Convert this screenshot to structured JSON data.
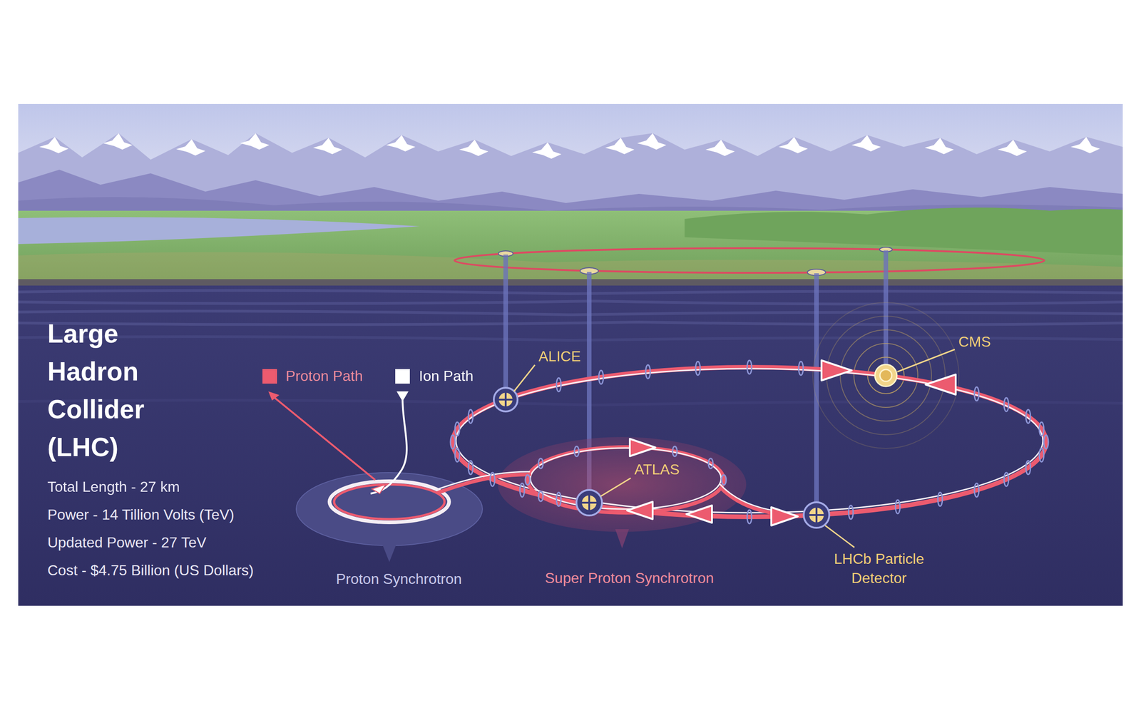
{
  "diagram": {
    "title": "Large Hadron Collider (LHC)",
    "labels": [
      "Total Length - 27 km",
      "Power - 14 Tillion Volts (TeV)",
      "Updated Power - 27 TeV",
      "Cost - $4.75 Billion (US Dollars)",
      "ALICE",
      "CMS",
      "ATLAS",
      "LHCb Particle Detector",
      "Proton Synchrotron",
      "Super Proton Synchrotron"
    ],
    "legend": [
      {
        "text": "Proton Path",
        "color": "#ec5b6f"
      },
      {
        "text": "Ion Path",
        "color": "#ffffff"
      }
    ]
  }
}
